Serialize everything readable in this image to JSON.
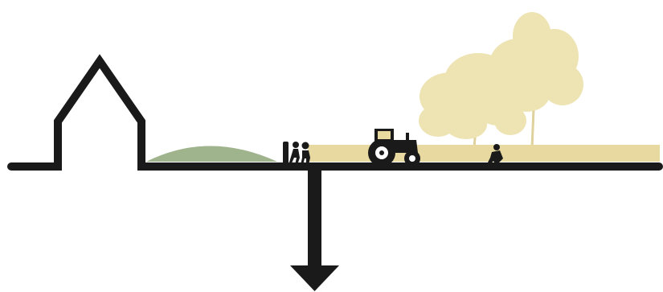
{
  "diagram": {
    "kind": "landscape-section",
    "colors": {
      "line": "#1a1a1a",
      "mound": "#9fb38c",
      "field": "#e8d9a0",
      "trees": "#eadfa6",
      "background": "#ffffff"
    },
    "elements": [
      "house-outline",
      "grass-mound",
      "field-strip",
      "gate-post",
      "walking-people",
      "tractor",
      "crouching-worker",
      "trees",
      "downward-arrow"
    ]
  }
}
